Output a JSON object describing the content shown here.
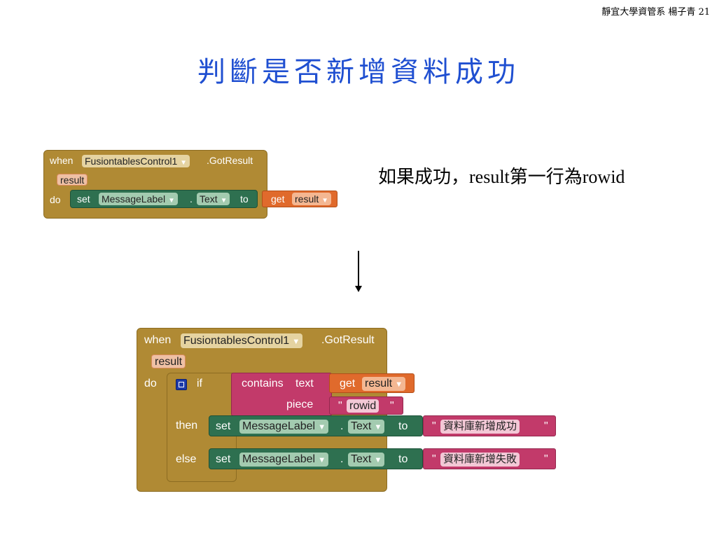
{
  "header_text": "靜宜大學資管系 楊子青 21",
  "title": "判斷是否新增資料成功",
  "note": "如果成功，result第一行為rowid",
  "block1": {
    "when": "when",
    "component": "FusiontablesControl1",
    "event": ".GotResult",
    "param": "result",
    "do": "do",
    "set": "set",
    "target": "MessageLabel",
    "dot": ".",
    "property": "Text",
    "to": "to",
    "get": "get",
    "get_var": "result"
  },
  "block2": {
    "when": "when",
    "component": "FusiontablesControl1",
    "event": ".GotResult",
    "param": "result",
    "do": "do",
    "if": "if",
    "contains": "contains",
    "text_label": "text",
    "get": "get",
    "get_var": "result",
    "piece_label": "piece",
    "quote": "\"",
    "piece_value": "rowid",
    "then": "then",
    "else": "else",
    "set": "set",
    "target": "MessageLabel",
    "dot": ".",
    "property": "Text",
    "to": "to",
    "then_text": "資料庫新增成功",
    "else_text": "資料庫新增失敗"
  },
  "colors": {
    "event_block": "#b08a34",
    "set_block": "#2e7050",
    "text_block": "#c23a6a",
    "get_block": "#e06a2c",
    "title": "#1f4fd1"
  }
}
